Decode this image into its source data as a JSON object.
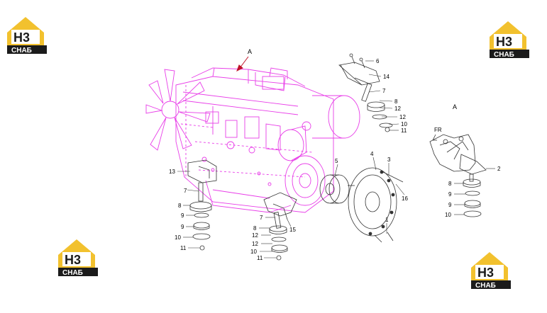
{
  "logo": {
    "top_text": "H3",
    "bottom_text": "CHAБ",
    "yellow": "#f2c12e",
    "dark": "#1b1b1b"
  },
  "view_labels": {
    "main": "A",
    "detail": "A",
    "front": "FR"
  },
  "callouts": {
    "c6": "6",
    "c14": "14",
    "c7a": "7",
    "c8a": "8",
    "c12a": "12",
    "c12b": "12",
    "c10a": "10",
    "c11a": "11",
    "c4": "4",
    "c3": "3",
    "c16": "16",
    "c5": "5",
    "c1": "1",
    "c13": "13",
    "c7b": "7",
    "c8b": "8",
    "c9a": "9",
    "c9b": "9",
    "c10b": "10",
    "c11b": "11",
    "c7c": "7",
    "c15": "15",
    "c8c": "8",
    "c12c": "12",
    "c12d": "12",
    "c10c": "10",
    "c11c": "11",
    "c2": "2",
    "c8d": "8",
    "c9c": "9",
    "c9d": "9",
    "c10d": "10"
  },
  "colors": {
    "engine": "#e83ee8",
    "linework": "#333333"
  }
}
